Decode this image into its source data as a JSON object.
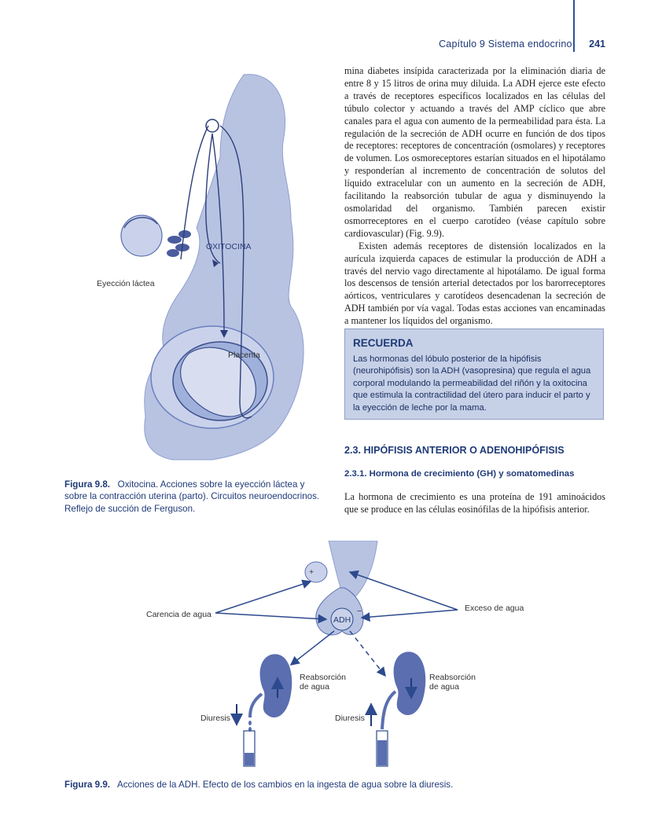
{
  "header": {
    "title": "Capítulo 9   Sistema endocrino",
    "page": "241"
  },
  "body": {
    "p1": "mina diabetes insípida caracterizada por la eliminación diaria de entre 8 y 15 litros de orina muy diluida. La ADH ejerce este efecto a través de receptores específicos localizados en las células del túbulo colector y actuando a través del AMP cíclico que abre canales para el agua con aumento de la permeabilidad para ésta. La regulación de la secreción de ADH ocurre en función de dos tipos de receptores: receptores de concentración (osmolares) y receptores de volumen. Los osmoreceptores estarían situados en el hipotálamo y responderían al incremento de concentración de solutos del líquido extracelular con un aumento en la secreción de ADH, facilitando la reabsorción tubular de agua y disminuyendo la osmolaridad del organismo. También parecen existir osmorreceptores en el cuerpo carotídeo (véase capítulo sobre cardiovascular) (Fig. 9.9).",
    "p2": "Existen además receptores de distensión localizados en la aurícula izquierda capaces de estimular la producción de ADH a través del nervio vago directamente al hipotálamo. De igual forma los descensos de tensión arterial detectados por los barorreceptores aórticos, ventriculares y carotídeos desencadenan la secreción de ADH también por vía vagal. Todas estas acciones van encaminadas a mantener los líquidos del organismo."
  },
  "recuerda": {
    "title": "RECUERDA",
    "text": "Las hormonas del lóbulo posterior de la hipófisis (neurohipófisis) son la ADH (vasopresina) que regula el agua corporal modulando la permeabilidad del riñón y la oxitocina que estimula la contractilidad del útero para inducir el parto y la eyección de leche por la mama."
  },
  "section": {
    "h2": "2.3.  HIPÓFISIS ANTERIOR O ADENOHIPÓFISIS",
    "h3": "2.3.1.  Hormona de crecimiento (GH) y somatomedinas",
    "p": "La hormona de crecimiento es una proteína de 191 aminoácidos que se produce en las células eosinófilas de la hipófisis anterior."
  },
  "fig98": {
    "label_oxitocina": "OXITOCINA",
    "label_eyeccion": "Eyección láctea",
    "label_placenta": "Placenta",
    "caption_num": "Figura 9.8.",
    "caption_text": "Oxitocina. Acciones sobre la eyección láctea y sobre la contracción uterina (parto). Circuitos neuroendocrinos. Reflejo de succión de Ferguson."
  },
  "fig99": {
    "carencia": "Carencia de agua",
    "exceso": "Exceso de agua",
    "adh": "ADH",
    "plus": "+",
    "minus": "−",
    "reab1": "Reabsorción de agua",
    "reab2": "Reabsorción de agua",
    "diuresis1": "Diuresis",
    "diuresis2": "Diuresis",
    "caption_num": "Figura 9.9.",
    "caption_text": "Acciones de la ADH. Efecto de los cambios en la ingesta de agua sobre la diuresis."
  },
  "colors": {
    "accent": "#1f3a78",
    "figure_fill": "#b8c3e2",
    "figure_dark": "#5a6eb0",
    "box_bg": "#c6d0e6"
  }
}
